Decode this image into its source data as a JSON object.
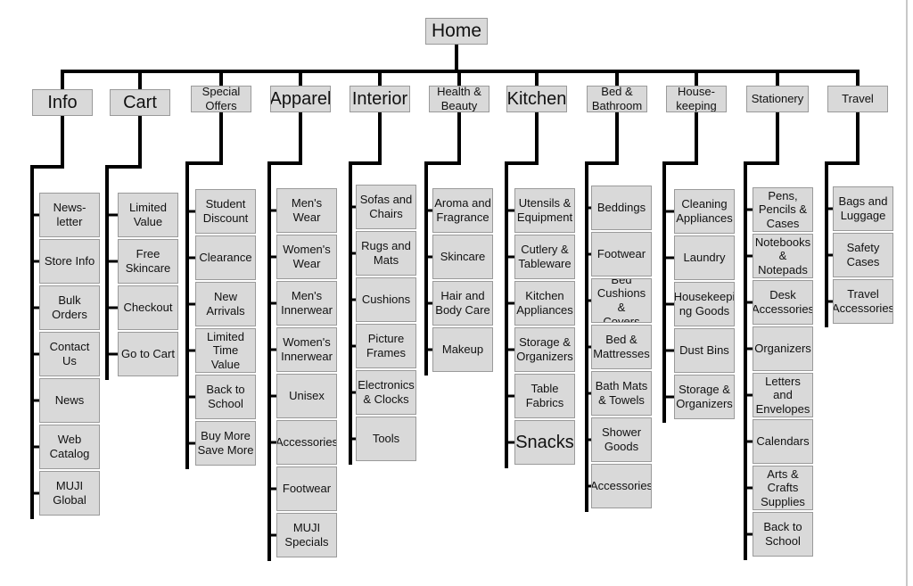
{
  "home": "Home",
  "categories": [
    {
      "label": "Info",
      "items": [
        "News-\nletter",
        "Store Info",
        "Bulk Orders",
        "Contact Us",
        "News",
        "Web\nCatalog",
        "MUJI\nGlobal"
      ]
    },
    {
      "label": "Cart",
      "items": [
        "Limited\nValue",
        "Free\nSkincare",
        "Checkout",
        "Go to Cart"
      ]
    },
    {
      "label": "Special\nOffers",
      "items": [
        "Student\nDiscount",
        "Clearance",
        "New\nArrivals",
        "Limited\nTime\nValue",
        "Back to\nSchool",
        "Buy More\nSave More"
      ]
    },
    {
      "label": "Apparel",
      "items": [
        "Men's Wear",
        "Women's\nWear",
        "Men's\nInnerwear",
        "Women's\nInnerwear",
        "Unisex",
        "Accessories",
        "Footwear",
        "MUJI\nSpecials"
      ]
    },
    {
      "label": "Interior",
      "items": [
        "Sofas and\nChairs",
        "Rugs and\nMats",
        "Cushions",
        "Picture\nFrames",
        "Electronics\n& Clocks",
        "Tools"
      ]
    },
    {
      "label": "Health &\nBeauty",
      "items": [
        "Aroma and\nFragrance",
        "Skincare",
        "Hair and\nBody Care",
        "Makeup"
      ]
    },
    {
      "label": "Kitchen",
      "items": [
        "Utensils &\nEquipment",
        "Cutlery &\nTableware",
        "Kitchen\nAppliances",
        "Storage &\nOrganizers",
        "Table\nFabrics",
        "Snacks"
      ]
    },
    {
      "label": "Bed &\nBathroom",
      "items": [
        "Beddings",
        "Footwear",
        "Bed\nCushions &\nCovers",
        "Bed &\nMattresses",
        "Bath Mats\n& Towels",
        "Shower\nGoods",
        "Accessories"
      ]
    },
    {
      "label": "House-\nkeeping",
      "items": [
        "Cleaning\nAppliances",
        "Laundry",
        "Housekeepi\nng Goods",
        "Dust Bins",
        "Storage &\nOrganizers"
      ]
    },
    {
      "label": "Stationery",
      "items": [
        "Pens,\nPencils &\nCases",
        "Notebooks\n& Notepads",
        "Desk\nAccessories",
        "Organizers",
        "Letters and\nEnvelopes",
        "Calendars",
        "Arts &\nCrafts\nSupplies",
        "Back to\nSchool"
      ]
    },
    {
      "label": "Travel",
      "items": [
        "Bags and\nLuggage",
        "Safety\nCases",
        "Travel\nAccessories"
      ]
    }
  ]
}
